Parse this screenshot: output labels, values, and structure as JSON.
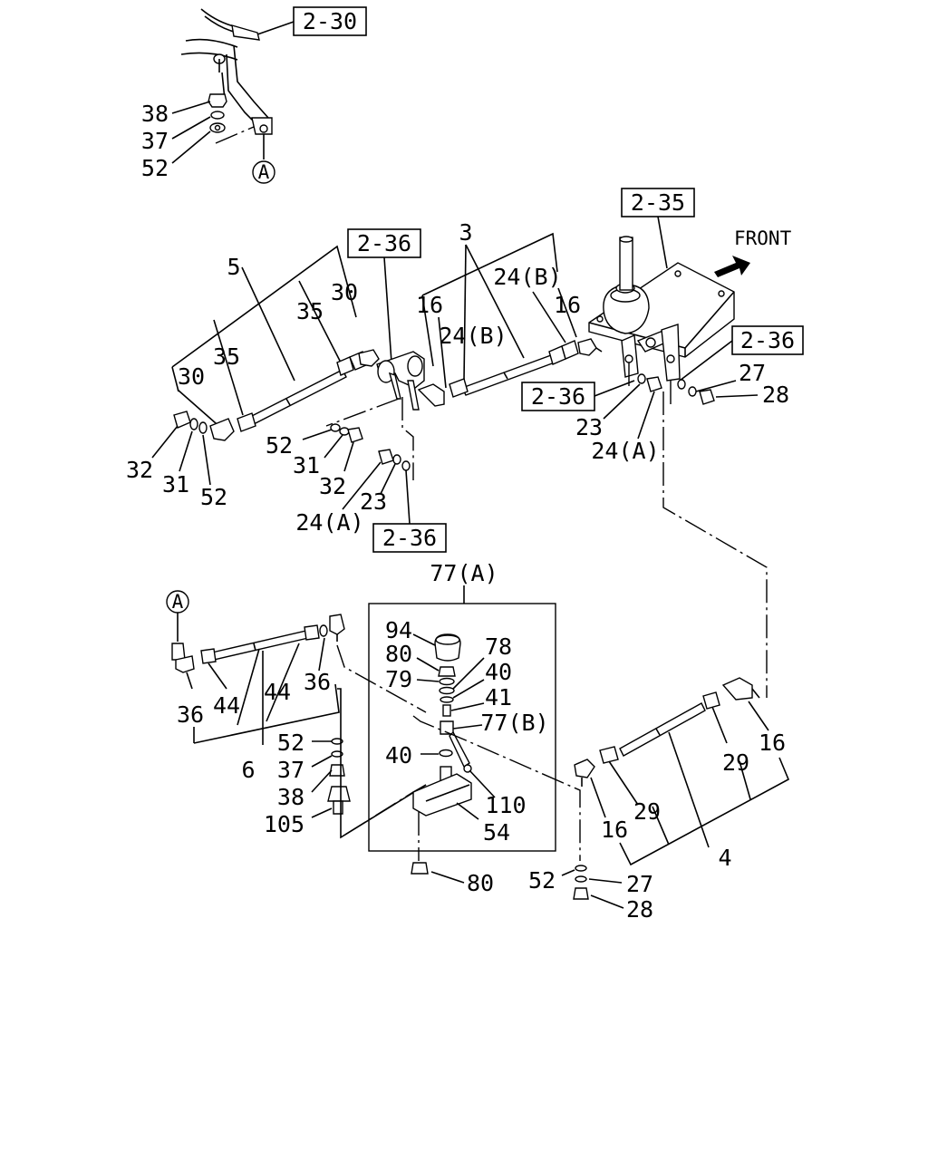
{
  "diagram": {
    "front_label": "FRONT",
    "circle_marker": "A",
    "refs": {
      "r2_30": "2-30",
      "r2_35": "2-35",
      "r2_36_a": "2-36",
      "r2_36_b": "2-36",
      "r2_36_c": "2-36",
      "r2_36_d": "2-36"
    },
    "group_77a": "77(A)",
    "labels": {
      "l38_top": "38",
      "l37_top": "37",
      "l52_top": "52",
      "l5": "5",
      "l35_a": "35",
      "l30_a": "30",
      "l35_b": "35",
      "l30_b": "30",
      "l32_a": "32",
      "l31_a": "31",
      "l52_a": "52",
      "l52_b": "52",
      "l31_b": "31",
      "l32_b": "32",
      "l24a_a": "24(A)",
      "l23_a": "23",
      "l3": "3",
      "l24b_a": "24(B)",
      "l16_a": "16",
      "l24b_b": "24(B)",
      "l16_b": "16",
      "l27_a": "27",
      "l28_a": "28",
      "l23_b": "23",
      "l24a_b": "24(A)",
      "l94": "94",
      "l80_a": "80",
      "l79": "79",
      "l78": "78",
      "l40_a": "40",
      "l41": "41",
      "l77b": "77(B)",
      "l40_b": "40",
      "l110": "110",
      "l54": "54",
      "l80_b": "80",
      "l36_a": "36",
      "l44_a": "44",
      "l44_b": "44",
      "l36_b": "36",
      "l6": "6",
      "l52_c": "52",
      "l37_c": "37",
      "l38_c": "38",
      "l105": "105",
      "l16_c": "16",
      "l29_a": "29",
      "l29_b": "29",
      "l16_d": "16",
      "l4": "4",
      "l52_d": "52",
      "l27_b": "27",
      "l28_b": "28"
    }
  }
}
